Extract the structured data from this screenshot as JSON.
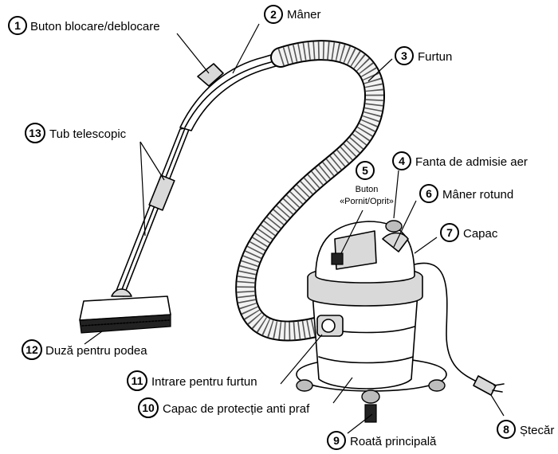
{
  "labels": [
    {
      "num": "1",
      "text": "Buton blocare/deblocare"
    },
    {
      "num": "2",
      "text": "Mâner"
    },
    {
      "num": "3",
      "text": "Furtun"
    },
    {
      "num": "4",
      "text": "Fanta de admisie aer"
    },
    {
      "num": "5",
      "text_line1": "Buton",
      "text_line2": "«Pornit/Oprit»"
    },
    {
      "num": "6",
      "text": "Mâner rotund"
    },
    {
      "num": "7",
      "text": "Capac"
    },
    {
      "num": "8",
      "text": "Ștecăr"
    },
    {
      "num": "9",
      "text": "Roată principală"
    },
    {
      "num": "10",
      "text": "Capac de protecție anti praf"
    },
    {
      "num": "11",
      "text": "Intrare pentru furtun"
    },
    {
      "num": "12",
      "text": "Duză pentru podea"
    },
    {
      "num": "13",
      "text": "Tub telescopic"
    }
  ]
}
